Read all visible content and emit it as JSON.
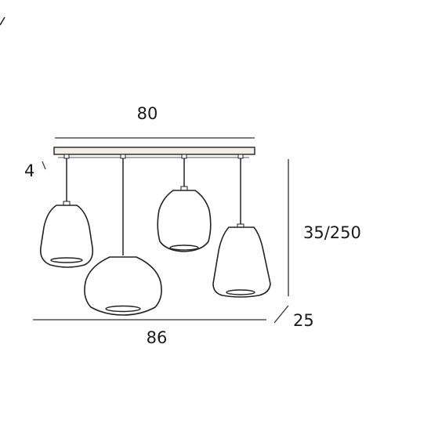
{
  "diagram": {
    "dimensions": {
      "top_width": "80",
      "bottom_width": "86",
      "canopy_height": "4",
      "drop_height": "35/250",
      "depth": "25"
    },
    "colors": {
      "line": "#222222",
      "light_line": "#555555",
      "canopy_fill": "#f2ede4"
    }
  }
}
